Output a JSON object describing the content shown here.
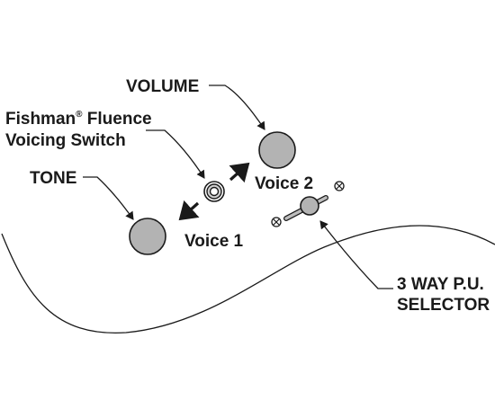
{
  "labels": {
    "volume": "VOLUME",
    "fishman_line1_brand": "Fishman",
    "fishman_line1_reg": "®",
    "fishman_line1_rest": " Fluence",
    "fishman_line2": "Voicing Switch",
    "tone": "TONE",
    "voice1": "Voice 1",
    "voice2": "Voice 2",
    "selector_line1": "3 WAY P.U.",
    "selector_line2": "SELECTOR"
  },
  "colors": {
    "knob_fill": "#b3b3b3",
    "ink": "#1a1a1a",
    "background": "#ffffff"
  },
  "icons": {
    "voice1_arrow": "arrow-down-left-icon",
    "voice2_arrow": "arrow-up-right-icon",
    "screw": "screw-icon"
  }
}
